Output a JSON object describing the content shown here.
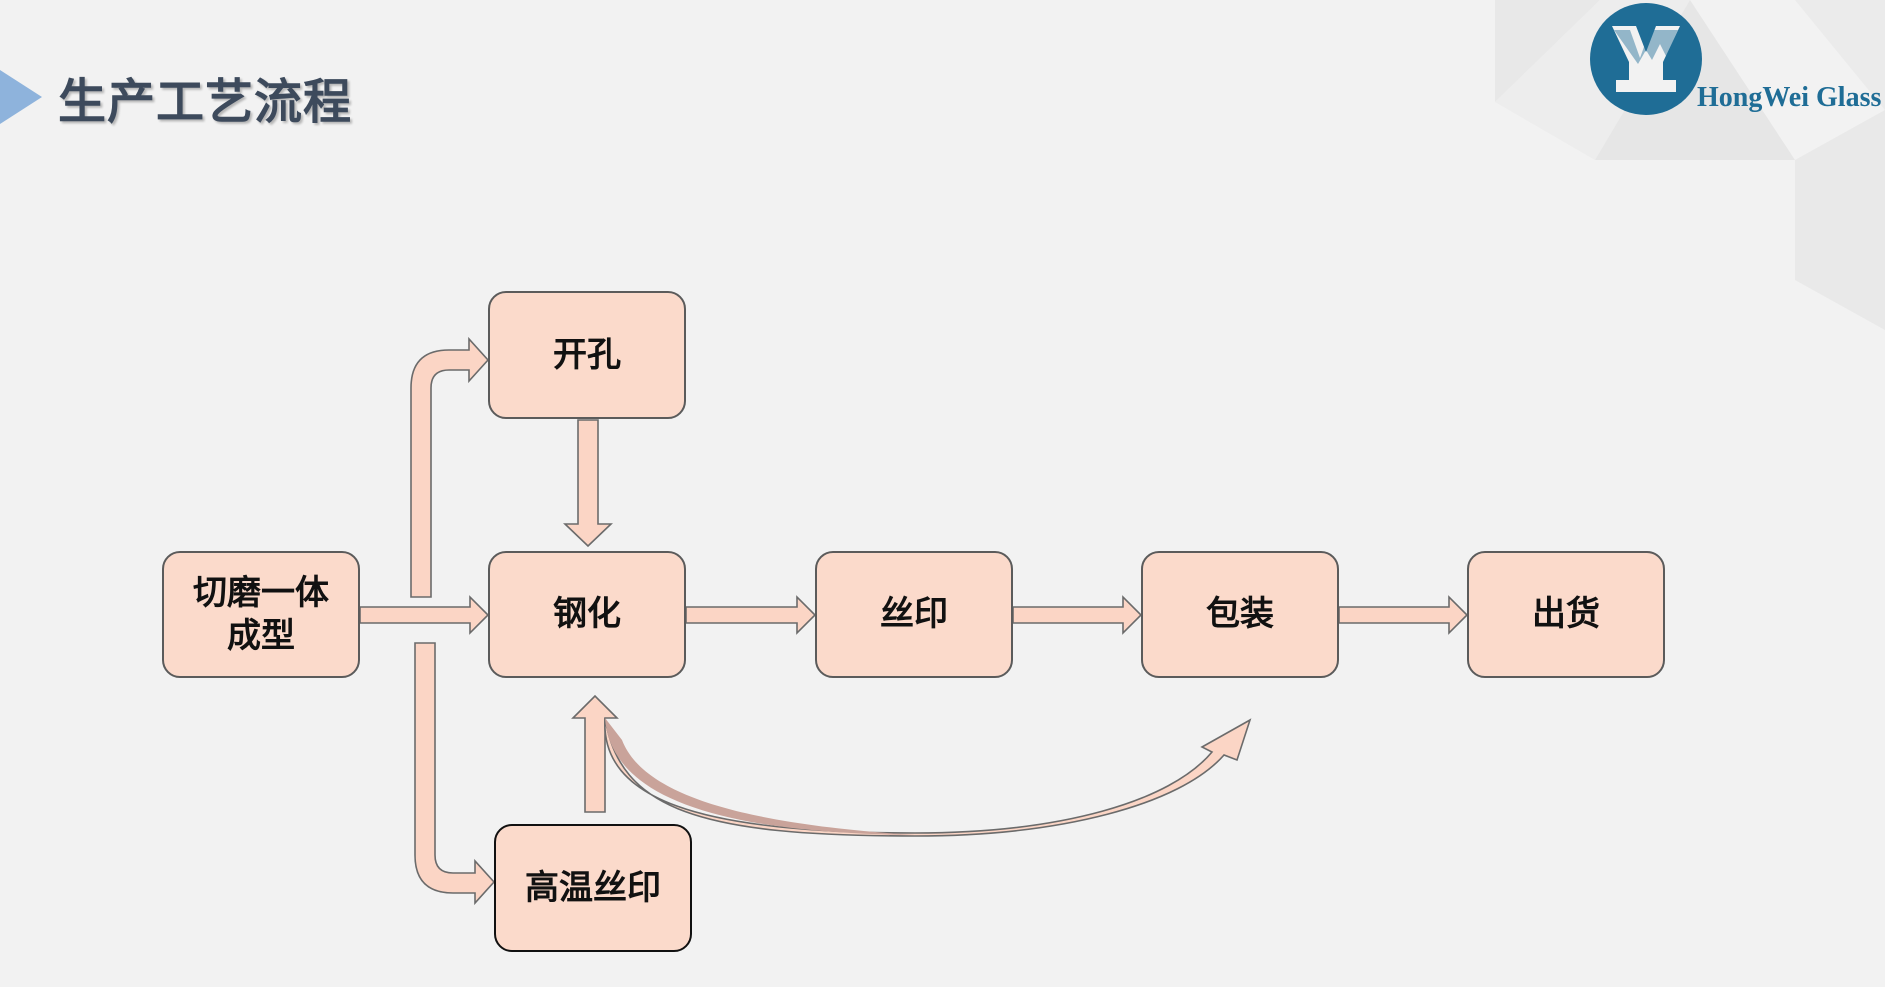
{
  "slide": {
    "title": "生产工艺流程"
  },
  "brand": {
    "name": "HongWei Glass",
    "logo_icon": "hw-logo-icon",
    "color": "#1f6d96"
  },
  "diagram": {
    "nodes": {
      "cut_grind": [
        "切磨一体",
        "成型"
      ],
      "drilling": "开孔",
      "tempering": "钢化",
      "silk_print": "丝印",
      "packing": "包装",
      "shipping": "出货",
      "high_temp_print": "高温丝印"
    },
    "edges": [
      [
        "切磨一体成型",
        "开孔"
      ],
      [
        "切磨一体成型",
        "钢化"
      ],
      [
        "切磨一体成型",
        "高温丝印"
      ],
      [
        "开孔",
        "钢化"
      ],
      [
        "高温丝印",
        "钢化"
      ],
      [
        "钢化",
        "丝印"
      ],
      [
        "钢化",
        "包装"
      ],
      [
        "丝印",
        "包装"
      ],
      [
        "包装",
        "出货"
      ]
    ],
    "box_fill": "#fbdacb",
    "arrow_fill": "#fbd5c5",
    "curve_fill": "#caa49a"
  }
}
